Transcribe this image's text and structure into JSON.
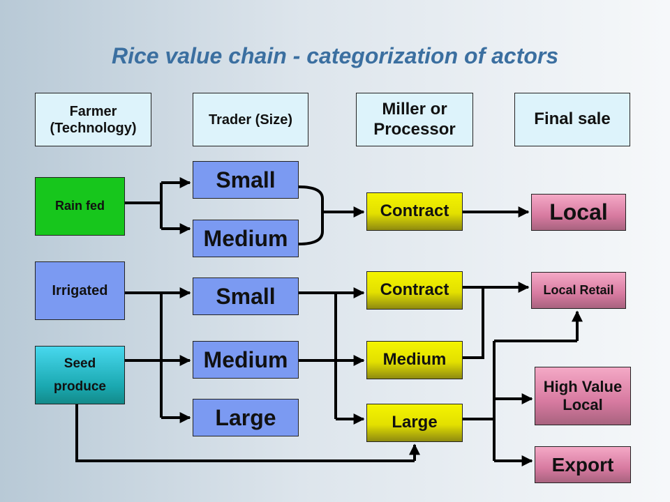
{
  "title": "Rice value chain - categorization of actors",
  "headers": {
    "farmer": "Farmer\n(Technology)",
    "trader": "Trader (Size)",
    "miller": "Miller or\nProcessor",
    "final": "Final sale"
  },
  "farmers": {
    "rainfed": "Rain fed",
    "irrigated": "Irrigated",
    "seed": "Seed\nproduce"
  },
  "traders": {
    "small_1": "Small",
    "medium_1": "Medium",
    "small_2": "Small",
    "medium_2": "Medium",
    "large": "Large"
  },
  "millers": {
    "contract_1": "Contract",
    "contract_2": "Contract",
    "medium": "Medium",
    "large": "Large"
  },
  "final": {
    "local": "Local",
    "local_retail": "Local Retail",
    "high_value_local": "High Value\nLocal",
    "export": "Export"
  },
  "colors": {
    "title": "#3b6fa0",
    "header_fill": "#ddf3fb",
    "rain_fed_fill": "#17c61c",
    "trader_fill": "#7b9af2",
    "seed_fill": "#1aa8b0",
    "miller_fill": "#e3e000",
    "final_fill": "#d77aa0"
  }
}
